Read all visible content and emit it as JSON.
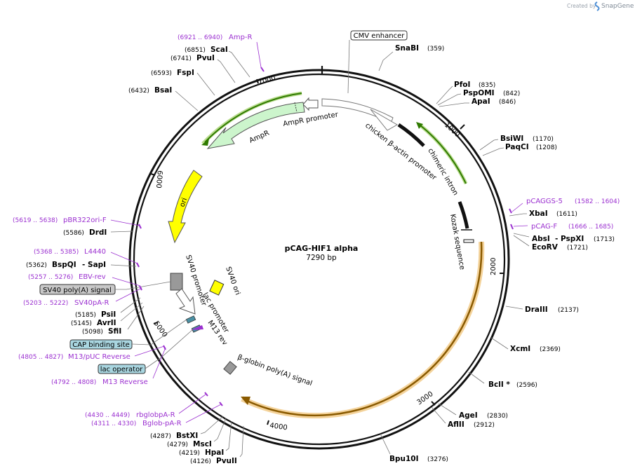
{
  "watermark": {
    "created_by": "Created by",
    "brand": "SnapGene"
  },
  "plasmid": {
    "name": "pCAG-HIF1 alpha",
    "length_label": "7290 bp",
    "length": 7290
  },
  "colors": {
    "amp_promoter": "#ffffff",
    "ampr": "#ccf5cc",
    "ori": "#ffff00",
    "cag_outline": "#ffffff",
    "hif_orf": "#f5cc80",
    "glow_green": "#7fbf2f",
    "glow_orange": "#f0c070",
    "primer": "#9b30d0",
    "regulatory_box": "#a9d6e0",
    "polyA_box": "#c8c8c8"
  },
  "ticks": [
    {
      "label": "1000",
      "pos": 1000
    },
    {
      "label": "2000",
      "pos": 2000
    },
    {
      "label": "3000",
      "pos": 3000
    },
    {
      "label": "4000",
      "pos": 4000
    },
    {
      "label": "5000",
      "pos": 5000
    },
    {
      "label": "6000",
      "pos": 6000
    },
    {
      "label": "7000",
      "pos": 7000
    }
  ],
  "enzymes": [
    {
      "name": "SnaBI",
      "site": "(359)"
    },
    {
      "name": "PfoI",
      "site": "(835)"
    },
    {
      "name": "PspOMI",
      "site": "(842)"
    },
    {
      "name": "ApaI",
      "site": "(846)"
    },
    {
      "name": "BsiWI",
      "site": "(1170)"
    },
    {
      "name": "PaqCI",
      "site": "(1208)"
    },
    {
      "name": "XbaI",
      "site": "(1611)"
    },
    {
      "name": "AbsI",
      "site": ""
    },
    {
      "name": "- PspXI",
      "site": "(1713)"
    },
    {
      "name": "EcoRV",
      "site": "(1721)"
    },
    {
      "name": "DraIII",
      "site": "(2137)"
    },
    {
      "name": "XcmI",
      "site": "(2369)"
    },
    {
      "name": "BclI *",
      "site": "(2596)"
    },
    {
      "name": "AgeI",
      "site": "(2830)"
    },
    {
      "name": "AflII",
      "site": "(2912)"
    },
    {
      "name": "Bpu10I",
      "site": "(3276)"
    },
    {
      "name": "PvuII",
      "site": "(4126)"
    },
    {
      "name": "HpaI",
      "site": "(4219)"
    },
    {
      "name": "MscI",
      "site": "(4279)"
    },
    {
      "name": "BstXI",
      "site": "(4287)"
    },
    {
      "name": "SfiI",
      "site": "(5098)"
    },
    {
      "name": "AvrII",
      "site": "(5145)"
    },
    {
      "name": "PsiI",
      "site": "(5185)"
    },
    {
      "name": "- SapI",
      "site": ""
    },
    {
      "name": "BspQI",
      "site": "(5362)"
    },
    {
      "name": "DrdI",
      "site": "(5586)"
    },
    {
      "name": "BsaI",
      "site": "(6432)"
    },
    {
      "name": "FspI",
      "site": "(6593)"
    },
    {
      "name": "PvuI",
      "site": "(6741)"
    },
    {
      "name": "ScaI",
      "site": "(6851)"
    }
  ],
  "primers": [
    {
      "name": "Amp-R",
      "range": "(6921 .. 6940)"
    },
    {
      "name": "pCAGGS-5",
      "range": "(1582 .. 1604)"
    },
    {
      "name": "pCAG-F",
      "range": "(1666 .. 1685)"
    },
    {
      "name": "pBR322ori-F",
      "range": "(5619 .. 5638)"
    },
    {
      "name": "L4440",
      "range": "(5368 .. 5385)"
    },
    {
      "name": "EBV-rev",
      "range": "(5257 .. 5276)"
    },
    {
      "name": "SV40pA-R",
      "range": "(5203 .. 5222)"
    },
    {
      "name": "M13/pUC Reverse",
      "range": "(4805 .. 4827)"
    },
    {
      "name": "M13 Reverse",
      "range": "(4792 .. 4808)"
    },
    {
      "name": "rbglobpA-R",
      "range": "(4430 .. 4449)"
    },
    {
      "name": "Bglob-pA-R",
      "range": "(4311 .. 4330)"
    }
  ],
  "boxed_features": [
    {
      "name": "CMV enhancer"
    },
    {
      "name": "SV40 poly(A) signal"
    },
    {
      "name": "CAP binding site"
    },
    {
      "name": "lac operator"
    }
  ],
  "features": [
    {
      "name": "AmpR promoter"
    },
    {
      "name": "AmpR"
    },
    {
      "name": "ori"
    },
    {
      "name": "chicken β-actin promoter"
    },
    {
      "name": "chimeric intron"
    },
    {
      "name": "Kozak sequence"
    },
    {
      "name": "SV40 promoter"
    },
    {
      "name": "SV40 ori"
    },
    {
      "name": "lac promoter"
    },
    {
      "name": "M13 rev"
    },
    {
      "name": "β-globin poly(A) signal"
    }
  ]
}
